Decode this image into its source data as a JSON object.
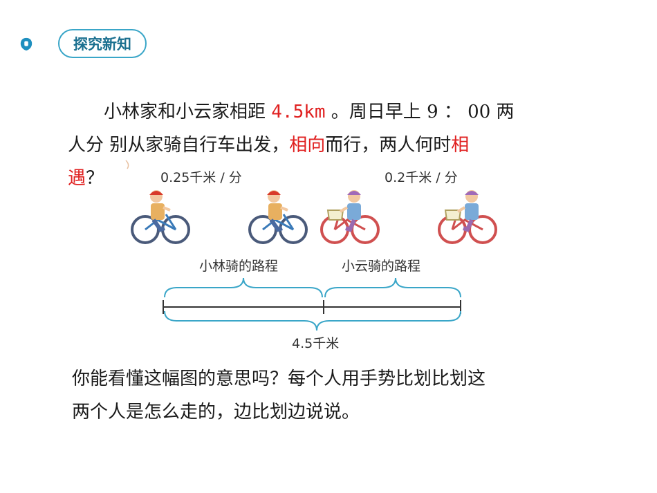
{
  "section": {
    "label": "探究新知"
  },
  "problem": {
    "line1": {
      "part1": "小林家和小云家相距 ",
      "dist": "4.5km",
      "part2": " 。周日早上 9 ： 00  两"
    },
    "line2": {
      "part1": "人分      别从家骑自行车出发，",
      "dir": "相向",
      "part2": "而行，两人何时",
      "meet1": "相"
    },
    "line3": {
      "meet2": "遇",
      "tail": "？"
    }
  },
  "diagram": {
    "speed_lin": "0.25千米 / 分",
    "speed_yun": "0.2千米 / 分",
    "route_lin": "小林骑的路程",
    "route_yun": "小云骑的路程",
    "total": "4.5千米"
  },
  "question": {
    "line1": "你能看懂这幅图的意思吗？每个人用手势比划比划这",
    "line2": "两个人是怎么走的，边比划边说说。"
  },
  "colors": {
    "accent": "#3aa6c8",
    "highlight": "#e02020",
    "line": "#333333"
  }
}
